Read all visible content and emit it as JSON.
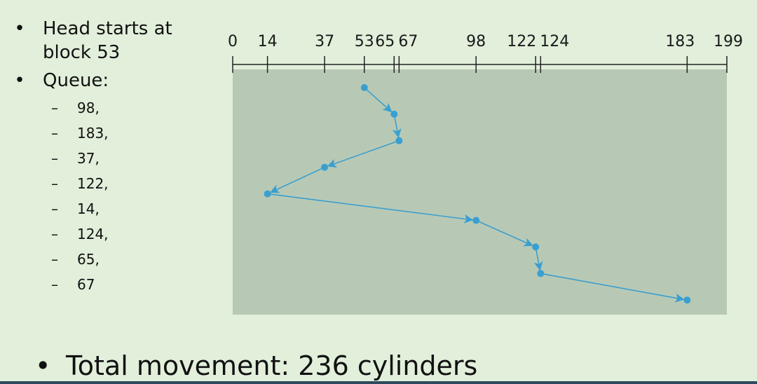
{
  "head_bullet": "Head starts at block 53",
  "queue_label": "Queue:",
  "queue_items": [
    "98,",
    "183,",
    "37,",
    "122,",
    "14,",
    "124,",
    "65,",
    "67"
  ],
  "total_text": "Total movement: 236 cylinders",
  "bullet_char": "•",
  "dash_char": "–",
  "colors": {
    "background": "#e1efdb",
    "plot_area": "#b7c9b5",
    "path": "#3a9fcf"
  },
  "chart_data": {
    "type": "line",
    "x_min": 0,
    "x_max": 199,
    "ticks": [
      0,
      14,
      37,
      53,
      65,
      67,
      98,
      122,
      124,
      183,
      199
    ],
    "tick_labels": [
      "0",
      "14",
      "37",
      "53",
      "65",
      "67",
      "98",
      "122",
      "124",
      "183",
      "199"
    ],
    "path": [
      53,
      65,
      67,
      37,
      14,
      98,
      122,
      124,
      183
    ]
  }
}
